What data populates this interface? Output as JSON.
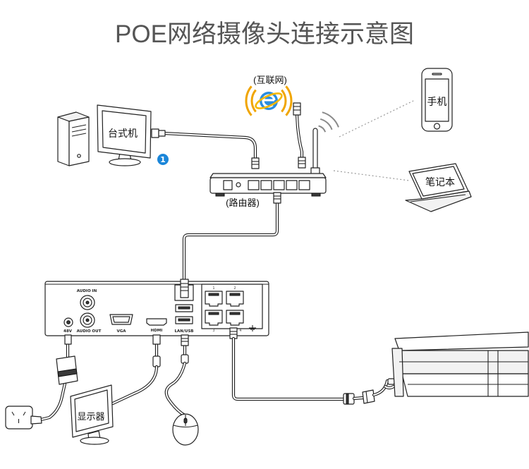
{
  "title": "POE网络摄像头连接示意图",
  "internet": {
    "label": "(互联网)",
    "icon": "ie-browser-icon"
  },
  "desktop": {
    "label": "台式机"
  },
  "step_badge": "1",
  "router": {
    "label": "(路由器)"
  },
  "phone": {
    "label": "手机"
  },
  "laptop": {
    "label": "笔记本"
  },
  "monitor": {
    "label": "显示器"
  },
  "nvr": {
    "audio_in": "AUDIO IN",
    "power": "48V",
    "audio_out": "AUDIO OUT",
    "vga": "VGA",
    "hdmi": "HDMI",
    "lan_usb": "LAN/USB",
    "poe_ports": [
      "1",
      "2",
      "3",
      "4"
    ]
  },
  "colors": {
    "title": "#555555",
    "badge": "#1b86d9",
    "badge_text": "#ffffff",
    "ie_blue": "#2a8de0",
    "ie_orbit": "#f5b800",
    "wifi_internet": "#f0a500",
    "wifi_router": "#8a8a8a"
  },
  "icons": [
    "desktop-tower-icon",
    "desktop-monitor-icon",
    "ie-browser-icon",
    "router-icon",
    "antenna-icon",
    "phone-icon",
    "laptop-icon",
    "nvr-icon",
    "power-adapter-icon",
    "wall-socket-icon",
    "display-monitor-icon",
    "mouse-icon",
    "bullet-camera-icon",
    "ground-icon"
  ]
}
